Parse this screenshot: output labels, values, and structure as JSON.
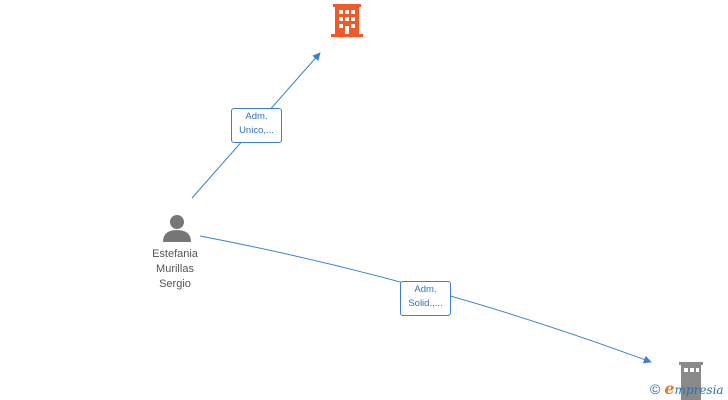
{
  "person": {
    "name_lines": [
      "Estefania",
      "Murillas",
      "Sergio"
    ],
    "icon": "person-icon",
    "color": "#777777"
  },
  "companies": [
    {
      "icon": "building-icon",
      "color": "#f05a28",
      "partial": false
    },
    {
      "icon": "building-icon",
      "color": "#8a8a8a",
      "partial": true
    }
  ],
  "relations": [
    {
      "label_lines": [
        "Adm.",
        "Unico,..."
      ]
    },
    {
      "label_lines": [
        "Adm.",
        "Solid.,..."
      ]
    }
  ],
  "colors": {
    "edge": "#3b7fd4"
  },
  "brand": {
    "copyright": "©",
    "first_letter": "e",
    "rest": "mpresia"
  }
}
